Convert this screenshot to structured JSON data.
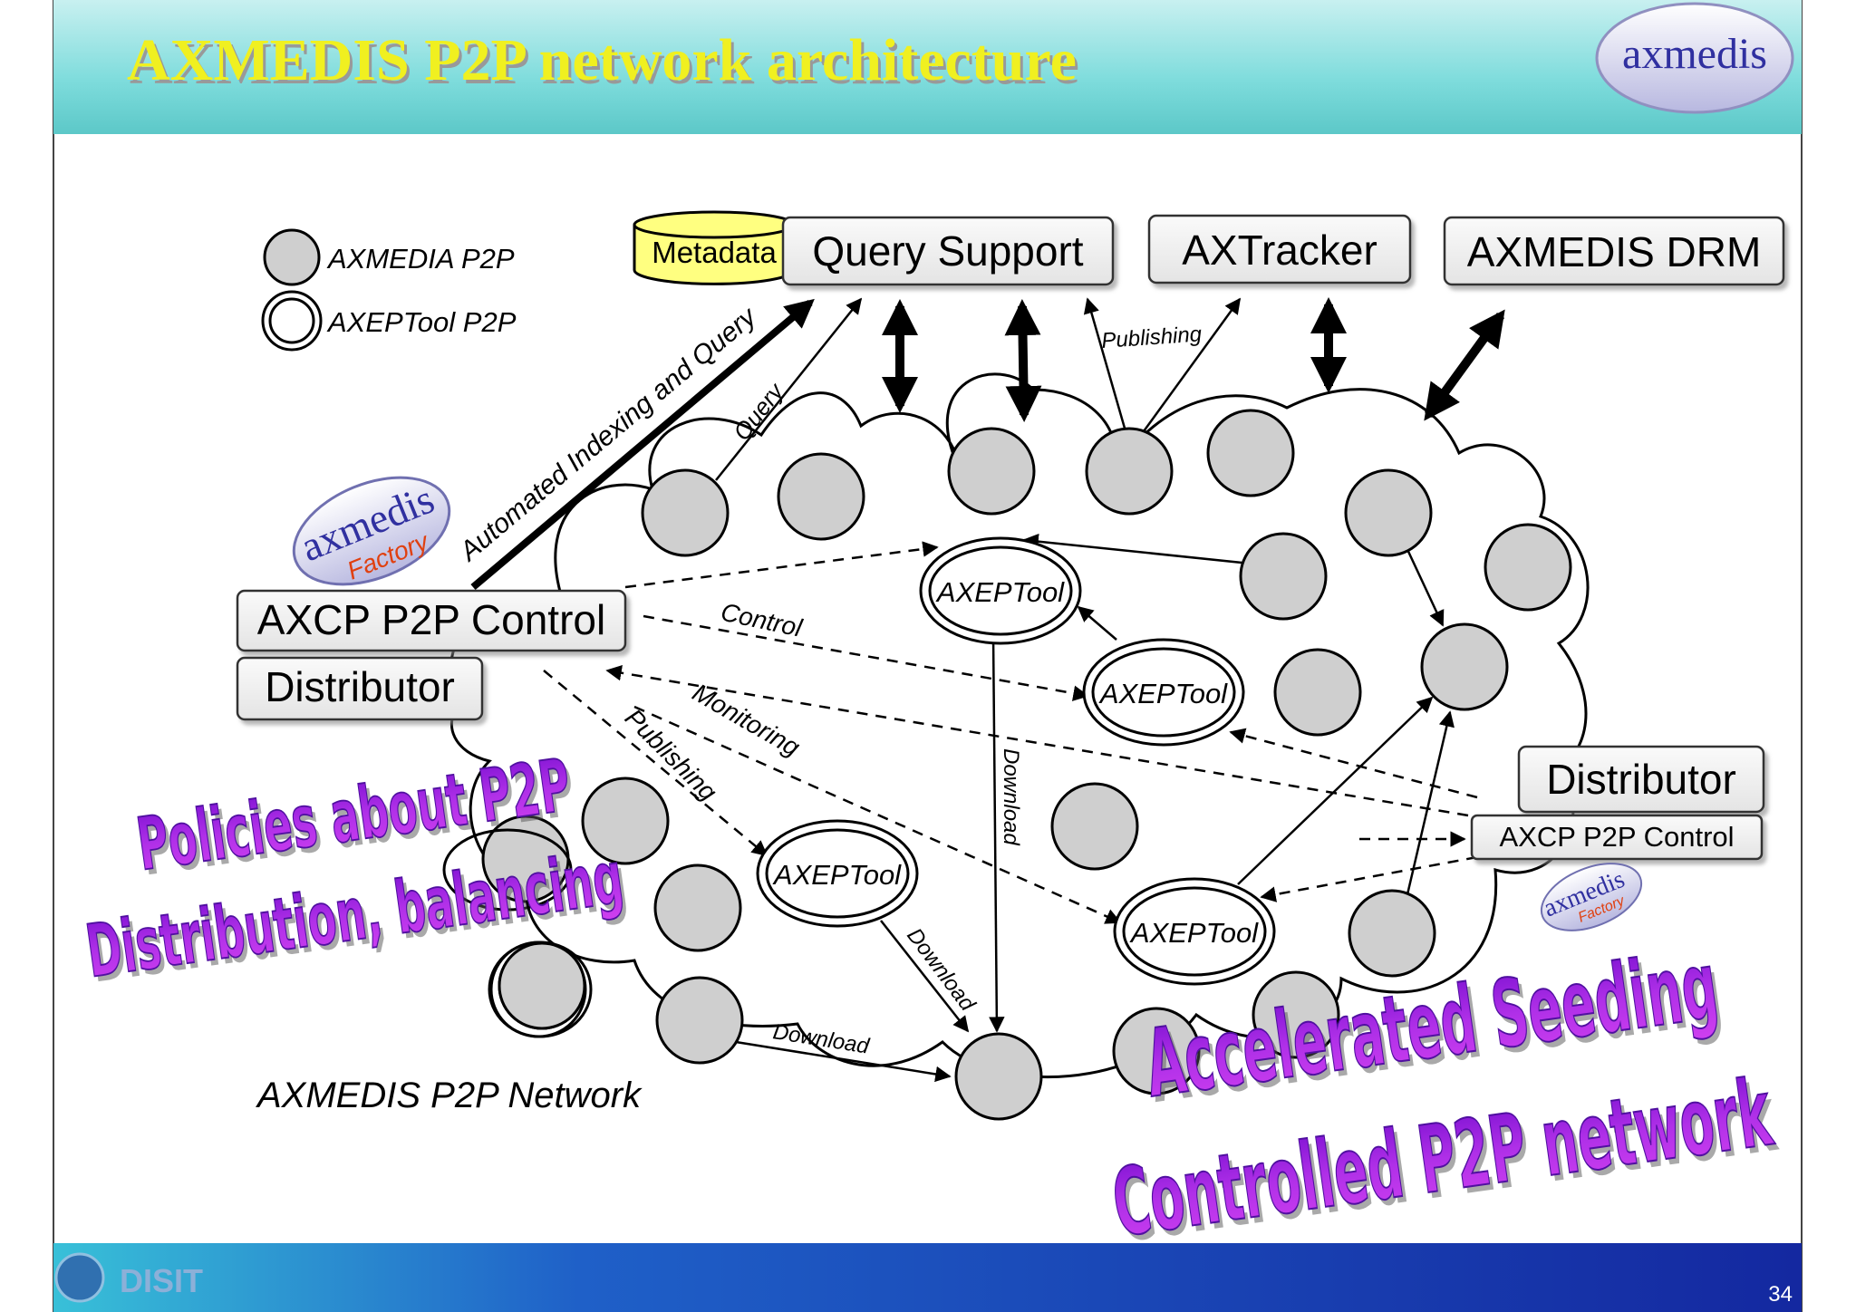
{
  "slide": {
    "title": "AXMEDIS P2P network architecture",
    "page_number": "34",
    "footer_logo_text": "DISIT",
    "brand_logo_text": "axmedis",
    "factory_logo": {
      "brand": "axmedis",
      "sub": "Factory"
    }
  },
  "legend": {
    "axmedia": "AXMEDIA P2P",
    "axeptool": "AXEPTool P2P"
  },
  "services": {
    "metadata": "Metadata",
    "query_support": "Query Support",
    "axtracker": "AXTracker",
    "drm": "AXMEDIS DRM"
  },
  "left_controller": {
    "control": "AXCP P2P Control",
    "distributor": "Distributor"
  },
  "right_controller": {
    "distributor": "Distributor",
    "control": "AXCP P2P Control"
  },
  "axeptool_label": "AXEPTool",
  "network_label": "AXMEDIS P2P Network",
  "flow_labels": {
    "indexing": "Automated Indexing and Query",
    "query": "Query",
    "publishing_top": "Publishing",
    "control": "Control",
    "monitoring": "Monitoring",
    "publishing": "Publishing",
    "download": "Download"
  },
  "callouts": {
    "policies_line1": "Policies about P2P",
    "policies_line2": "Distribution, balancing",
    "seeding_line1": "Accelerated Seeding",
    "seeding_line2": "Controlled P2P network"
  },
  "colors": {
    "title_text": "#f0f020",
    "header_teal": "#5fd0d0",
    "footer_blue": "#1a30b0",
    "node_fill": "#cfcfcf",
    "callout_purple": "#a020e0",
    "metadata_yellow": "#ffff80"
  }
}
